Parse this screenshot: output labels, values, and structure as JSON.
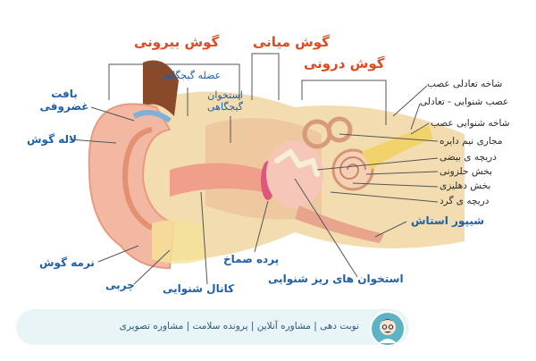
{
  "headers": {
    "outer_ear": "گوش بیرونی",
    "middle_ear": "گوش میانی",
    "inner_ear": "گوش درونی"
  },
  "labels": {
    "auricular_muscle": "عضله گیجگاهی",
    "temporal_bone": "استخوان گیجگاهی",
    "cartilage_tissue": "بافت غضروفی",
    "auricle": "لاله گوش",
    "earlobe": "نرمه گوش",
    "fat": "چربی",
    "ear_canal": "کانال شنوایی",
    "eardrum": "پرده صماخ",
    "ossicles": "استخوان های ریز شنوایی",
    "eustachian_tube": "شیپور استاش",
    "vestibular_nerve_branch": "شاخه تعادلی عصب",
    "vestibulocochlear_nerve": "عصب شنوایی - تعادلی",
    "cochlear_nerve_branch": "شاخه شنوایی عصب",
    "semicircular_canals": "مجاری نیم دایره",
    "oval_window": "دریچه ی بیضی",
    "cochlea": "بخش حلزونی",
    "vestibule": "بخش دهلیزی",
    "round_window": "دریچه ی گرد"
  },
  "footer": {
    "text": "نوبت دهی | مشاوره آنلاین | پرونده سلامت | مشاوره تصویری"
  },
  "colors": {
    "header_red": "#e04a1e",
    "label_blue": "#1f5fa8",
    "skin": "#f2b8a2",
    "bone": "#f3ddb0",
    "footer_bg": "#e8f4f6"
  }
}
